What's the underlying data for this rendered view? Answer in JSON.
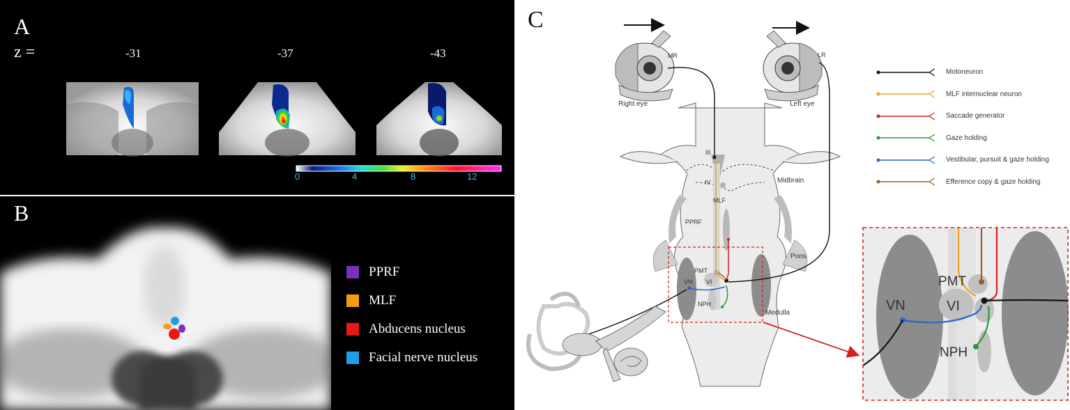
{
  "panel_a": {
    "letter": "A",
    "z_label": "z =",
    "slices": [
      "-31",
      "-37",
      "-43"
    ],
    "colorbar": {
      "ticks": [
        "0",
        "4",
        "8",
        "12"
      ],
      "range": [
        0,
        14
      ]
    }
  },
  "panel_b": {
    "letter": "B",
    "legend": [
      {
        "label": "PPRF",
        "color": "#7b2fbe"
      },
      {
        "label": "MLF",
        "color": "#f39c12"
      },
      {
        "label": "Abducens nucleus",
        "color": "#e81818"
      },
      {
        "label": "Facial nerve nucleus",
        "color": "#1ea0e8"
      }
    ]
  },
  "panel_c": {
    "letter": "C",
    "eyes": {
      "right": "Right eye",
      "left": "Left eye"
    },
    "muscles": {
      "mr": "MR",
      "lr": "LR"
    },
    "brainstem_labels": {
      "iii": "III",
      "iv": "IV",
      "mlf": "MLF",
      "midbrain": "Midbrain",
      "pprf": "PPRF",
      "pons": "Pons",
      "pmt": "PMT",
      "vn": "VN",
      "vi": "VI",
      "nph": "NPH",
      "medulla": "Medulla"
    },
    "inset_labels": {
      "pmt": "PMT",
      "vn": "VN",
      "vi": "VI",
      "nph": "NPH"
    },
    "legend": [
      {
        "label": "Motoneuron",
        "color": "#111111"
      },
      {
        "label": "MLF internuclear neuron",
        "color": "#f0a020"
      },
      {
        "label": "Saccade generator",
        "color": "#d62020"
      },
      {
        "label": "Gaze holding",
        "color": "#2a9a3a"
      },
      {
        "label": "Vestibular, pursuit & gaze holding",
        "color": "#2a66c8"
      },
      {
        "label": "Efference copy & gaze holding",
        "color": "#a05a28"
      }
    ],
    "colors": {
      "inset_border": "#d62020",
      "arrow": "#d62020"
    }
  }
}
